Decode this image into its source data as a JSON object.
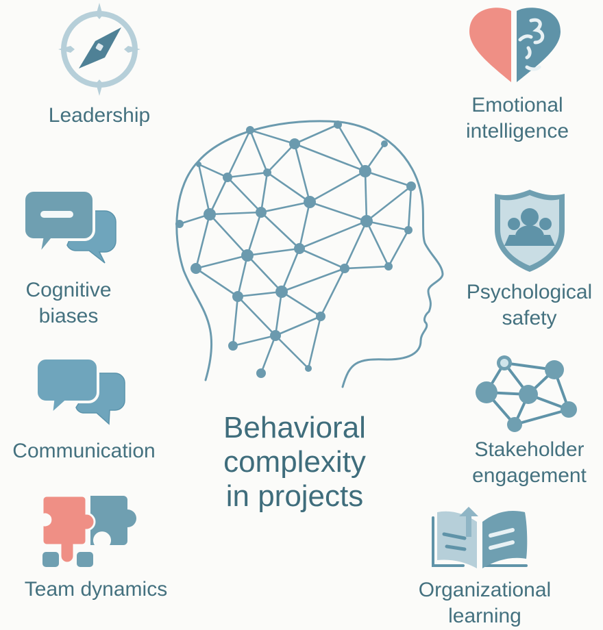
{
  "title": {
    "lines": [
      "Behavioral",
      "complexity",
      "in projects"
    ]
  },
  "topics": [
    {
      "id": "leadership",
      "lines": [
        "Leadership"
      ],
      "icon": "compass-icon"
    },
    {
      "id": "cognitive-biases",
      "lines": [
        "Cognitive",
        "biases"
      ],
      "icon": "speech-bubbles-minus-icon"
    },
    {
      "id": "communication",
      "lines": [
        "Communication"
      ],
      "icon": "speech-bubbles-icon"
    },
    {
      "id": "team-dynamics",
      "lines": [
        "Team dynamics"
      ],
      "icon": "puzzle-pieces-icon"
    },
    {
      "id": "emotional-intelligence",
      "lines": [
        "Emotional",
        "intelligence"
      ],
      "icon": "heart-brain-icon"
    },
    {
      "id": "psychological-safety",
      "lines": [
        "Psychological",
        "safety"
      ],
      "icon": "shield-people-icon"
    },
    {
      "id": "stakeholder-engagement",
      "lines": [
        "Stakeholder",
        "engagement"
      ],
      "icon": "network-nodes-icon"
    },
    {
      "id": "organizational-learning",
      "lines": [
        "Organizational",
        "learning"
      ],
      "icon": "open-book-arrow-icon"
    }
  ],
  "colors": {
    "background": "#fbfbf9",
    "primary_teal": "#6b9aae",
    "dark_teal": "#4f8196",
    "light_teal": "#b6cfd9",
    "coral": "#ef8f85",
    "text": "#44717f"
  }
}
